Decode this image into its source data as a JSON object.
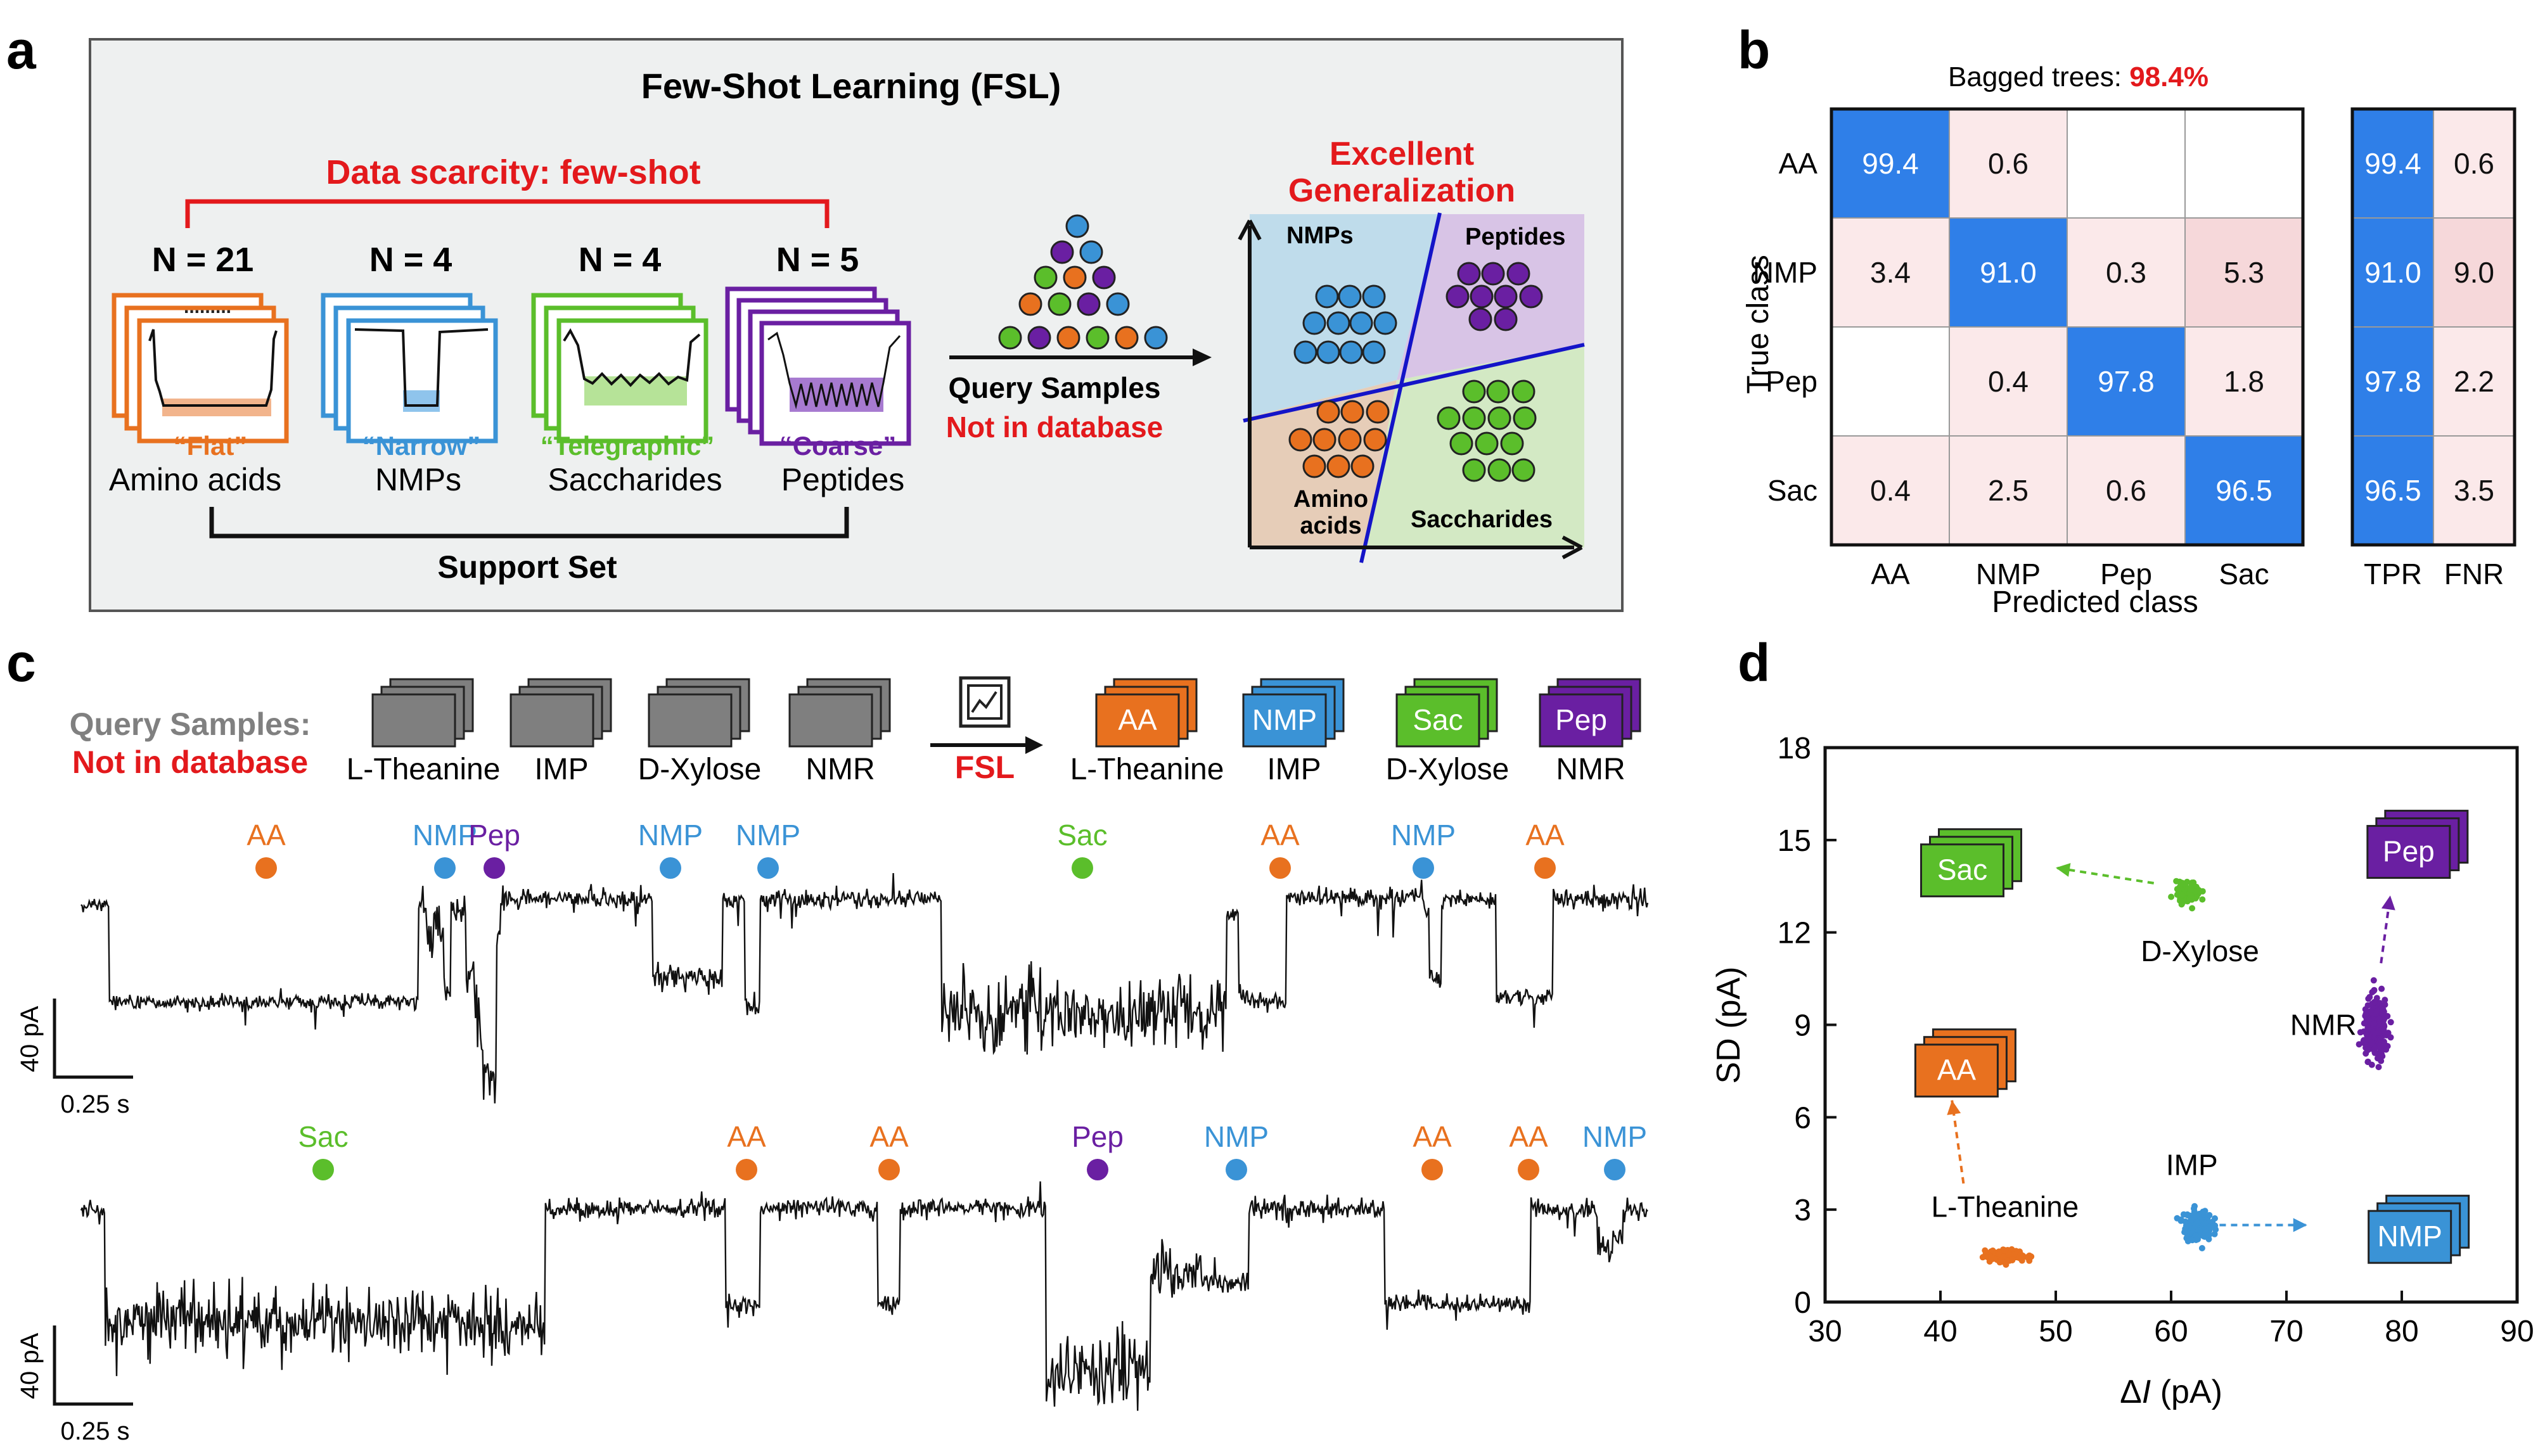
{
  "panel_labels": {
    "a": "a",
    "b": "b",
    "c": "c",
    "d": "d"
  },
  "colors": {
    "aa": "#E8711F",
    "nmp": "#3A93D6",
    "sac": "#5BBE2B",
    "pep": "#6A1FA2",
    "red": "#E3191C",
    "gray": "#808080",
    "cm_high": "#2F7FE8",
    "cm_low": "#FBE9EA"
  },
  "panel_a": {
    "title": "Few-Shot Learning (FSL)",
    "scarcity": "Data scarcity: few-shot",
    "support_set": "Support Set",
    "groups": [
      {
        "n": "N = 21",
        "quote": "“Flat”",
        "name": "Amino acids"
      },
      {
        "n": "N = 4",
        "quote": "“Narrow”",
        "name": "NMPs"
      },
      {
        "n": "N = 4",
        "quote": "“Telegraphic”",
        "name": "Saccharides"
      },
      {
        "n": "N = 5",
        "quote": "“Coarse”",
        "name": "Peptides"
      }
    ],
    "query_title": "Query Samples",
    "query_sub": "Not in database",
    "generalization": [
      "Excellent",
      "Generalization"
    ],
    "regions": {
      "nmps": "NMPs",
      "peptides": "Peptides",
      "amino": [
        "Amino",
        "acids"
      ],
      "saccharides": "Saccharides"
    }
  },
  "panel_b": {
    "title_prefix": "Bagged trees: ",
    "accuracy": "98.4%",
    "ylabel": "True class",
    "xlabel": "Predicted class",
    "classes": [
      "AA",
      "NMP",
      "Pep",
      "Sac"
    ],
    "matrix": [
      [
        "99.4",
        "0.6",
        "",
        ""
      ],
      [
        "3.4",
        "91.0",
        "0.3",
        "5.3"
      ],
      [
        "",
        "0.4",
        "97.8",
        "1.8"
      ],
      [
        "0.4",
        "2.5",
        "0.6",
        "96.5"
      ]
    ],
    "rate_headers": [
      "TPR",
      "FNR"
    ],
    "rates": [
      [
        "99.4",
        "0.6"
      ],
      [
        "91.0",
        "9.0"
      ],
      [
        "97.8",
        "2.2"
      ],
      [
        "96.5",
        "3.5"
      ]
    ]
  },
  "panel_c": {
    "query_title": "Query Samples:",
    "query_sub": "Not in database",
    "samples": [
      "L-Theanine",
      "IMP",
      "D-Xylose",
      "NMR"
    ],
    "fsl": "FSL",
    "results": [
      {
        "tag": "AA",
        "name": "L-Theanine"
      },
      {
        "tag": "NMP",
        "name": "IMP"
      },
      {
        "tag": "Sac",
        "name": "D-Xylose"
      },
      {
        "tag": "Pep",
        "name": "NMR"
      }
    ],
    "row1_events": [
      "AA",
      "NMP",
      "Pep",
      "NMP",
      "NMP",
      "Sac",
      "AA",
      "NMP",
      "AA"
    ],
    "row2_events": [
      "Sac",
      "AA",
      "AA",
      "Pep",
      "NMP",
      "AA",
      "AA",
      "NMP"
    ],
    "scale_current": "40 pA",
    "scale_time": "0.25 s"
  },
  "chart_data": {
    "type": "scatter",
    "xlabel_prefix": "Δ",
    "xlabel_italic": "I",
    "xlabel_suffix": " (pA)",
    "ylabel": "SD (pA)",
    "xlim": [
      30,
      90
    ],
    "ylim": [
      0,
      18
    ],
    "xticks": [
      30,
      40,
      50,
      60,
      70,
      80,
      90
    ],
    "yticks": [
      0,
      3,
      6,
      9,
      12,
      15,
      18
    ],
    "series": [
      {
        "name": "L-Theanine",
        "color": "#E8711F",
        "center": [
          45.6,
          1.5
        ],
        "spread": [
          1.6,
          0.17
        ],
        "n": 140
      },
      {
        "name": "IMP",
        "color": "#3A93D6",
        "center": [
          62.3,
          2.5
        ],
        "spread": [
          1.1,
          0.45
        ],
        "n": 170
      },
      {
        "name": "D-Xylose",
        "color": "#5BBE2B",
        "center": [
          61.5,
          13.3
        ],
        "spread": [
          0.95,
          0.3
        ],
        "n": 110
      },
      {
        "name": "NMR",
        "color": "#6A1FA2",
        "center": [
          77.8,
          8.9
        ],
        "spread": [
          1.0,
          0.85
        ],
        "n": 260
      }
    ],
    "class_boxes": [
      {
        "label": "Sac",
        "at": [
          42.5,
          14.2
        ]
      },
      {
        "label": "AA",
        "at": [
          42.0,
          7.7
        ]
      },
      {
        "label": "Pep",
        "at": [
          81.2,
          14.8
        ]
      },
      {
        "label": "NMP",
        "at": [
          81.3,
          2.3
        ]
      }
    ]
  }
}
